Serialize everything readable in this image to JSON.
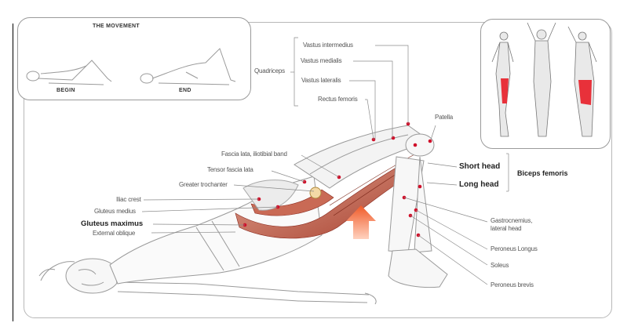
{
  "movement_inset": {
    "title": "THE MOVEMENT",
    "begin_label": "BEGIN",
    "end_label": "END"
  },
  "muscle_labels": {
    "quadriceps": "Quadriceps",
    "vastus_intermedius": "Vastus intermedius",
    "vastus_medialis": "Vastus medialis",
    "vastus_lateralis": "Vastus lateralis",
    "rectus_femoris": "Rectus femoris",
    "patella": "Patella",
    "fascia_lata": "Fascia lata, iliotibial band",
    "tensor_fascia_lata": "Tensor fascia lata",
    "greater_trochanter": "Greater trochanter",
    "iliac_crest": "Iliac crest",
    "gluteus_medius": "Gluteus medius",
    "gluteus_maximus": "Gluteus maximus",
    "external_oblique": "External oblique",
    "short_head": "Short head",
    "long_head": "Long head",
    "biceps_femoris": "Biceps femoris",
    "gastrocnemius": "Gastrocnemius,",
    "gastrocnemius_2": "lateral head",
    "peroneus_longus": "Peroneus Longus",
    "soleus": "Soleus",
    "peroneus_brevis": "Peroneus brevis"
  },
  "colors": {
    "muscle_red": "#c0392b",
    "highlight_red": "#e8313a",
    "arrow_orange": "#f05a28",
    "line_gray": "#8a8a8a"
  }
}
